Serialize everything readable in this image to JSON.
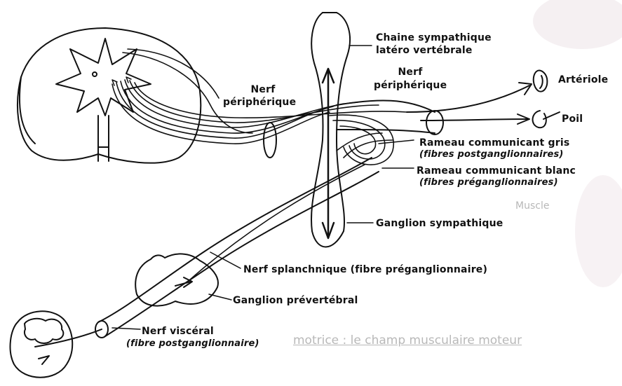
{
  "labels": {
    "chaine_line1": "Chaine sympathique",
    "chaine_line2": "latéro vertébrale",
    "nerf_peri_left_1": "Nerf",
    "nerf_peri_left_2": "périphérique",
    "nerf_peri_right_1": "Nerf",
    "nerf_peri_right_2": "périphérique",
    "arteriole": "Artériole",
    "poil": "Poil",
    "rameau_gris_1": "Rameau communicant gris",
    "rameau_gris_2": "(fibres postganglionnaires)",
    "rameau_blanc_1": "Rameau communicant blanc",
    "rameau_blanc_2": "(fibres préganglionnaires)",
    "ganglion_sympathique": "Ganglion sympathique",
    "nerf_splanchnique": "Nerf splanchnique (fibre préganglionnaire)",
    "ganglion_prevertebral": "Ganglion prévertébral",
    "nerf_visceral_1": "Nerf viscéral",
    "nerf_visceral_2": "(fibre postganglionnaire)"
  },
  "background_text": {
    "muscle": "Muscle",
    "bottom_line": "motrice : le champ musculaire moteur"
  },
  "colors": {
    "ink": "#111111",
    "faint": "#b8b8b8"
  }
}
